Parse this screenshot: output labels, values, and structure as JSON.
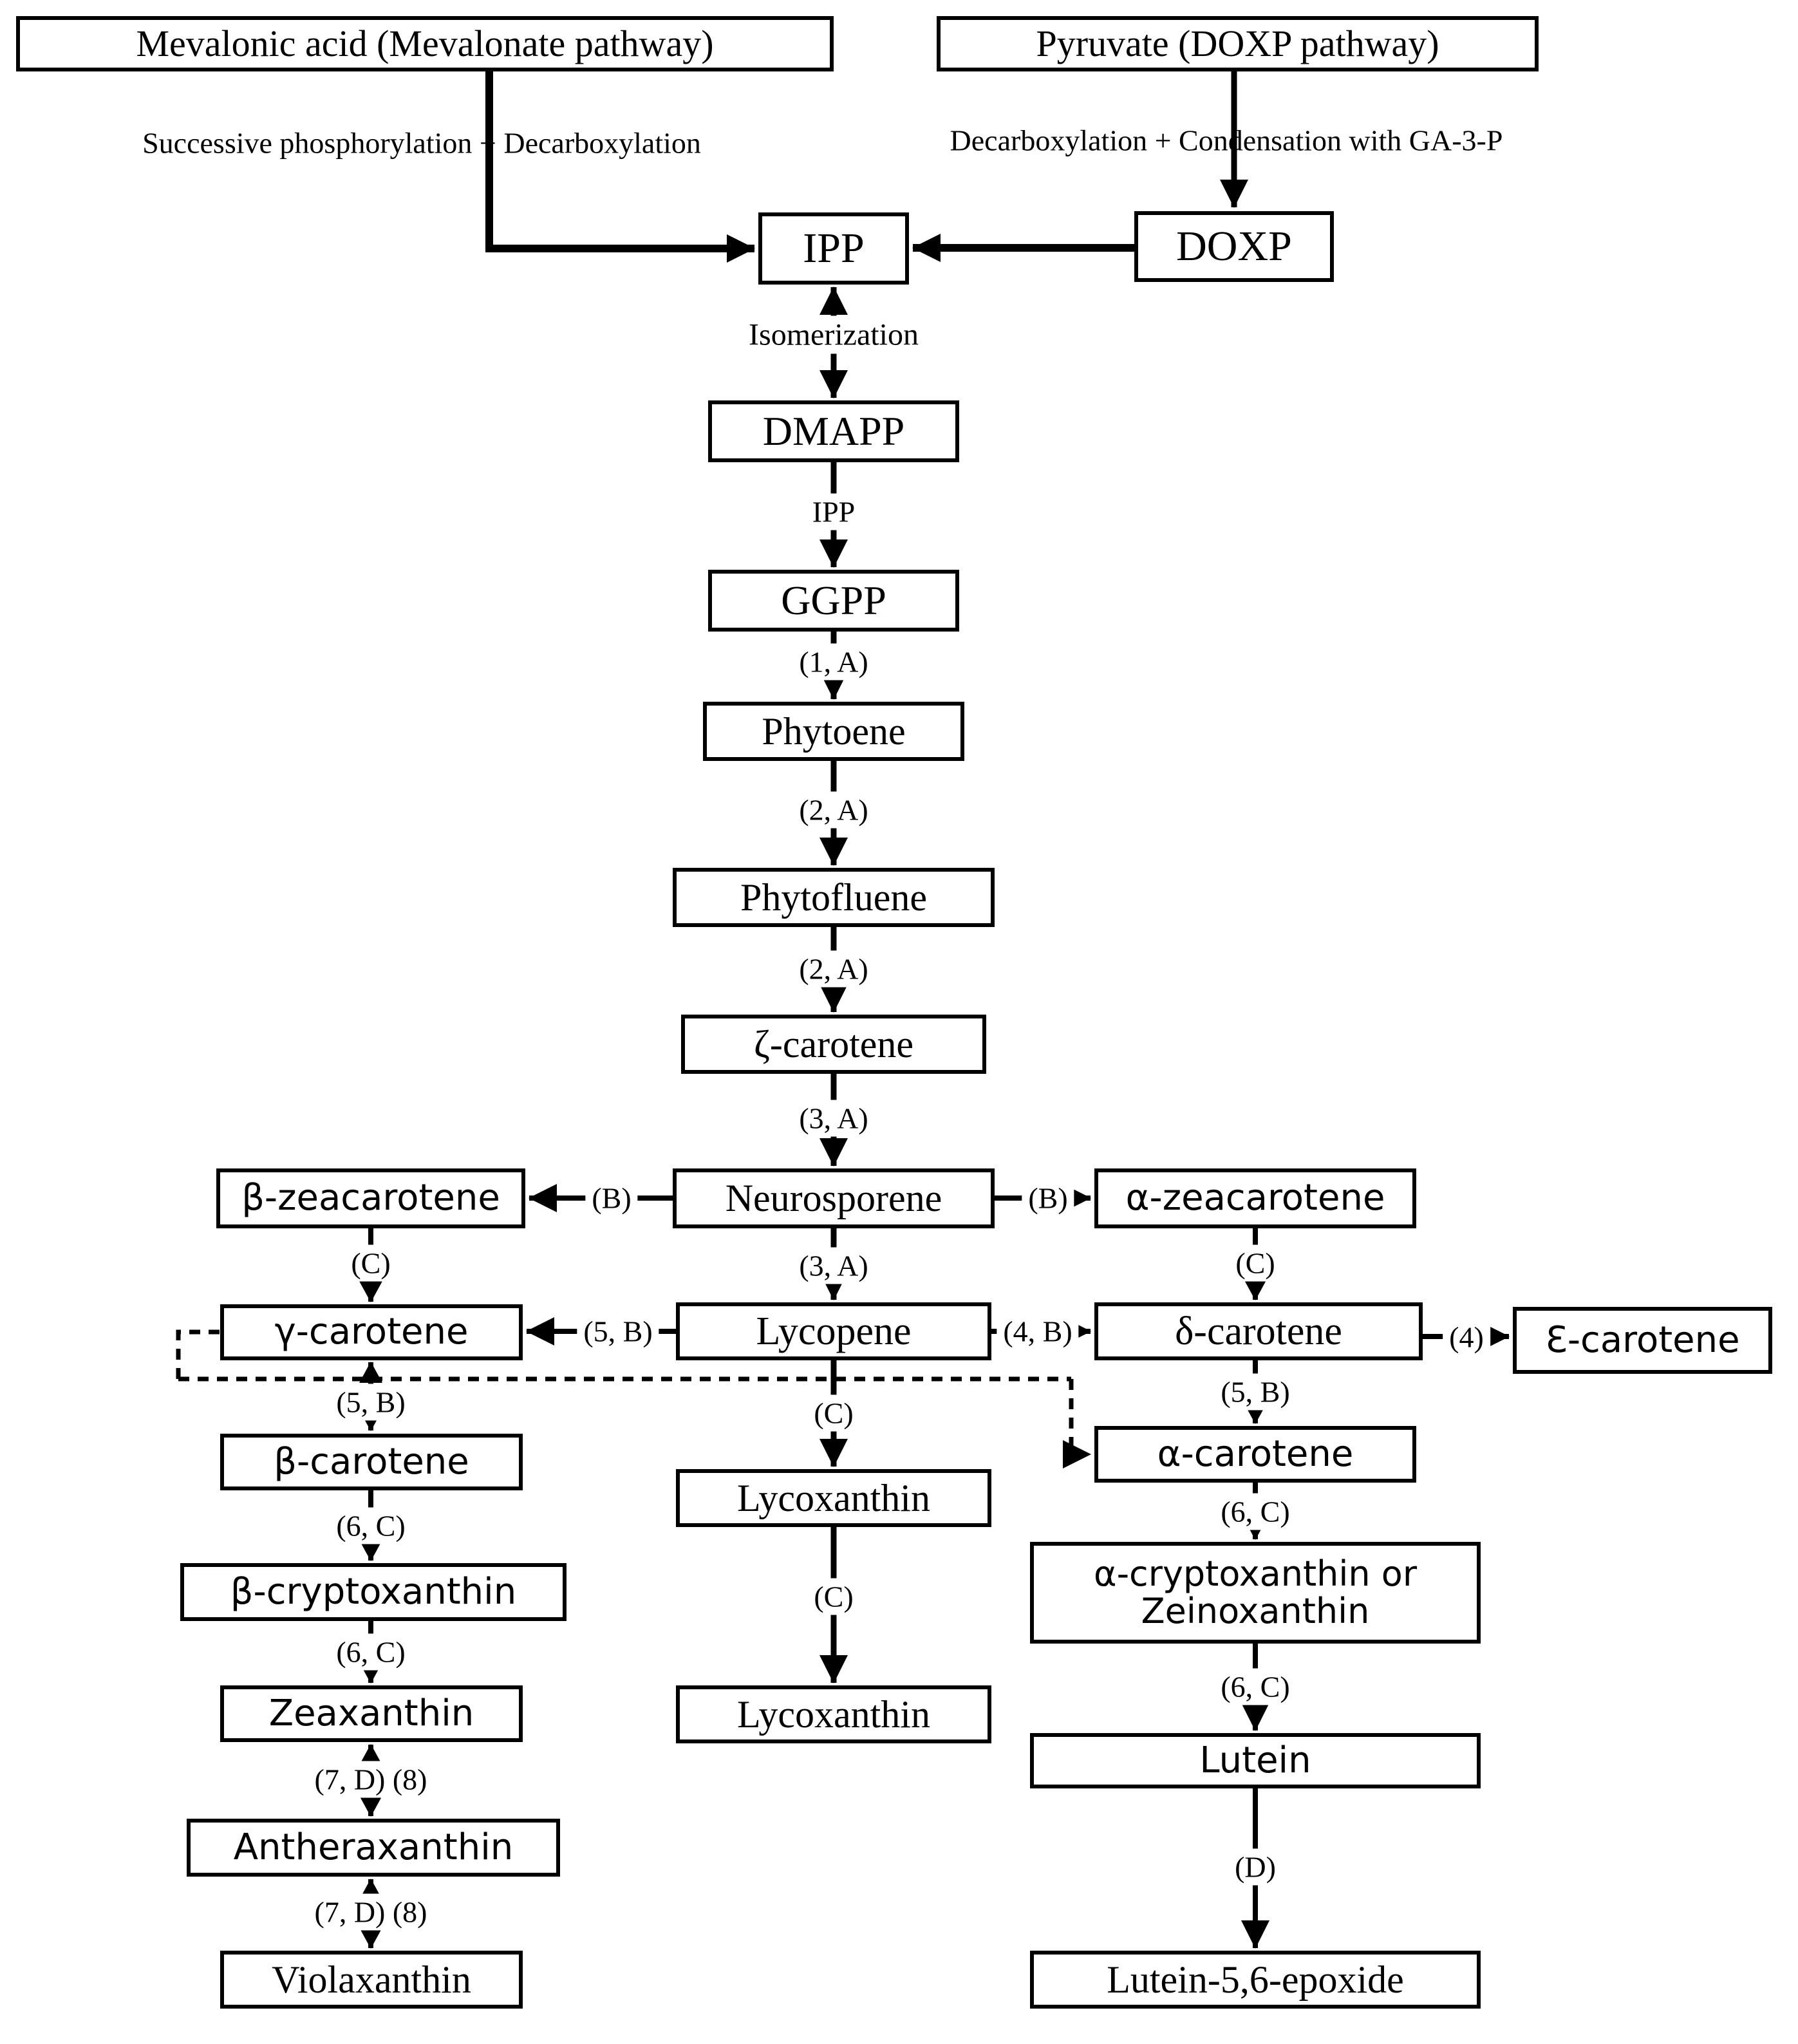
{
  "colors": {
    "ink": "#000000",
    "background": "#ffffff"
  },
  "nodes": {
    "mevalonic": {
      "label": "Mevalonic acid (Mevalonate pathway)"
    },
    "pyruvate": {
      "label": "Pyruvate (DOXP pathway)"
    },
    "ipp": {
      "label": "IPP"
    },
    "doxp": {
      "label": "DOXP"
    },
    "dmapp": {
      "label": "DMAPP"
    },
    "ggpp": {
      "label": "GGPP"
    },
    "phytoene": {
      "label": "Phytoene"
    },
    "phytofluene": {
      "label": "Phytofluene"
    },
    "zeta_carotene": {
      "label": "ζ-carotene"
    },
    "neurosporene": {
      "label": "Neurosporene"
    },
    "beta_zeacarotene": {
      "label": "β-zeacarotene"
    },
    "alpha_zeacarotene": {
      "label": "α-zeacarotene"
    },
    "gamma_carotene": {
      "label": "γ-carotene"
    },
    "lycopene": {
      "label": "Lycopene"
    },
    "delta_carotene": {
      "label": "δ-carotene"
    },
    "epsilon_carotene": {
      "label": "Ɛ-carotene"
    },
    "beta_carotene": {
      "label": "β-carotene"
    },
    "alpha_carotene": {
      "label": "α-carotene"
    },
    "lycoxanthin_1": {
      "label": "Lycoxanthin"
    },
    "beta_cryptoxanthin": {
      "label": "β-cryptoxanthin"
    },
    "alpha_cryptoxanthin": {
      "line1": "α-cryptoxanthin or",
      "line2": "Zeinoxanthin"
    },
    "zeaxanthin": {
      "label": "Zeaxanthin"
    },
    "lycoxanthin_2": {
      "label": "Lycoxanthin"
    },
    "lutein": {
      "label": "Lutein"
    },
    "antheraxanthin": {
      "label": "Antheraxanthin"
    },
    "violaxanthin": {
      "label": "Violaxanthin"
    },
    "lutein_epoxide": {
      "label": "Lutein-5,6-epoxide"
    }
  },
  "edge_labels": {
    "successive": {
      "text": "Successive phosphorylation + Decarboxylation"
    },
    "decarb": {
      "text": "Decarboxylation + Condensation with GA-3-P"
    },
    "isomerization": {
      "text": "Isomerization"
    },
    "ipp_small": {
      "text": "IPP"
    },
    "e1a": {
      "text": "(1, A)"
    },
    "e2a_1": {
      "text": "(2, A)"
    },
    "e2a_2": {
      "text": "(2, A)"
    },
    "e3a_1": {
      "text": "(3, A)"
    },
    "e3a_2": {
      "text": "(3, A)"
    },
    "eb_left": {
      "text": "(B)"
    },
    "eb_right": {
      "text": "(B)"
    },
    "ec_bzea": {
      "text": "(C)"
    },
    "ec_azea": {
      "text": "(C)"
    },
    "e5b_lyco": {
      "text": "(5, B)"
    },
    "e4b": {
      "text": "(4, B)"
    },
    "e4": {
      "text": "(4)"
    },
    "e5b_gcar": {
      "text": "(5, B)"
    },
    "e5b_dcar": {
      "text": "(5, B)"
    },
    "ec_lyco1": {
      "text": "(C)"
    },
    "ec_lyco2": {
      "text": "(C)"
    },
    "e6c_bcar": {
      "text": "(6, C)"
    },
    "e6c_bcrypt": {
      "text": "(6, C)"
    },
    "e6c_acar": {
      "text": "(6, C)"
    },
    "e6c_acrypt": {
      "text": "(6, C)"
    },
    "e7d8_1": {
      "text": "(7, D) (8)"
    },
    "e7d8_2": {
      "text": "(7, D) (8)"
    },
    "ed": {
      "text": "(D)"
    }
  }
}
